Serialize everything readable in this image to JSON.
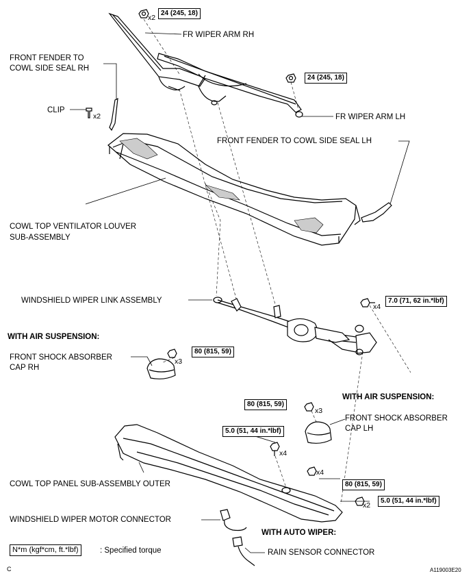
{
  "labels": {
    "fr_wiper_arm_rh": "FR WIPER ARM RH",
    "fr_wiper_arm_lh": "FR WIPER ARM LH",
    "fender_seal_rh_line1": "FRONT FENDER TO",
    "fender_seal_rh_line2": "COWL SIDE SEAL RH",
    "clip": "CLIP",
    "fender_seal_lh": "FRONT FENDER TO COWL SIDE SEAL LH",
    "louver_line1": "COWL TOP VENTILATOR LOUVER",
    "louver_line2": "SUB-ASSEMBLY",
    "link_assembly": "WINDSHIELD WIPER LINK ASSEMBLY",
    "with_air_suspension_1": "WITH AIR SUSPENSION:",
    "shock_cap_rh_line1": "FRONT SHOCK ABSORBER",
    "shock_cap_rh_line2": "CAP RH",
    "with_air_suspension_2": "WITH AIR SUSPENSION:",
    "shock_cap_lh_line1": "FRONT SHOCK ABSORBER",
    "shock_cap_lh_line2": "CAP LH",
    "cowl_panel_outer": "COWL TOP PANEL SUB-ASSEMBLY OUTER",
    "motor_connector": "WINDSHIELD WIPER MOTOR CONNECTOR",
    "with_auto_wiper": "WITH AUTO WIPER:",
    "rain_sensor_connector": "RAIN SENSOR CONNECTOR"
  },
  "torques": {
    "wiper_arm_rh": "24 (245, 18)",
    "wiper_arm_lh": "24 (245, 18)",
    "link_bolt": "7.0 (71, 62 in.*lbf)",
    "shock_cap_rh": "80 (815, 59)",
    "shock_cap_lh": "80 (815, 59)",
    "panel_bolt_left": "5.0 (51, 44 in.*lbf)",
    "panel_nut_right": "80 (815, 59)",
    "panel_bolt_right": "5.0 (51, 44 in.*lbf)"
  },
  "quantities": {
    "wiper_arm_rh": "x2",
    "clip": "x2",
    "link_bolt": "x4",
    "shock_cap_rh": "x3",
    "shock_cap_lh": "x3",
    "panel_bolt_left": "x4",
    "panel_nut_right": "x4",
    "panel_bolt_right": "x2"
  },
  "legend": {
    "box": "N*m (kgf*cm, ft.*lbf)",
    "text": ": Specified torque"
  },
  "corner": {
    "left": "C",
    "right": "A119003E20"
  }
}
